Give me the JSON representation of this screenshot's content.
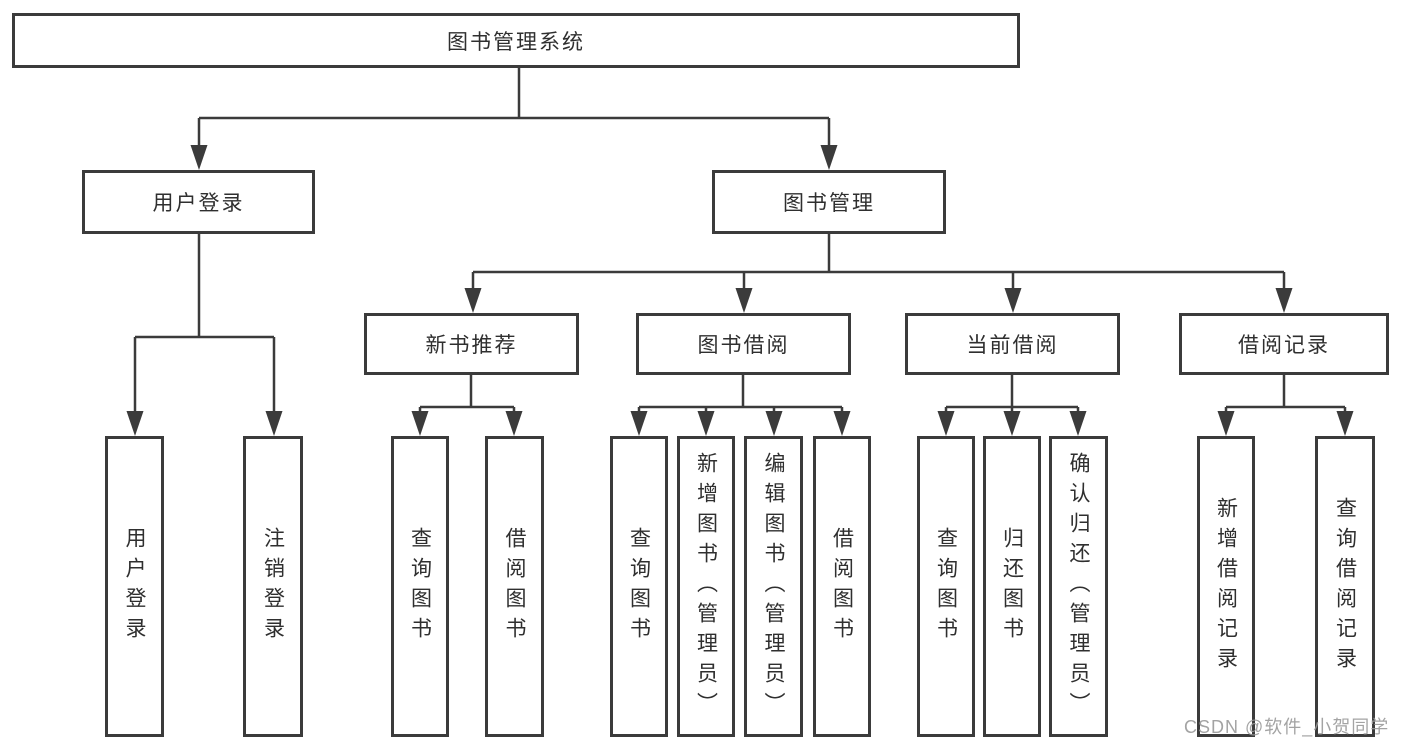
{
  "diagram": {
    "title": "图书管理系统",
    "nodes": {
      "root": "图书管理系统",
      "user_login": "用户登录",
      "book_mgmt": "图书管理",
      "new_book": "新书推荐",
      "book_borrow": "图书借阅",
      "current_borrow": "当前借阅",
      "borrow_record": "借阅记录"
    },
    "leaves": {
      "user_login": [
        "用户登录",
        "注销登录"
      ],
      "new_book": [
        "查询图书",
        "借阅图书"
      ],
      "book_borrow": [
        "查询图书",
        "新增图书（管理员）",
        "编辑图书（管理员）",
        "借阅图书"
      ],
      "current_borrow": [
        "查询图书",
        "归还图书",
        "确认归还（管理员）"
      ],
      "borrow_record": [
        "新增借阅记录",
        "查询借阅记录"
      ]
    }
  },
  "watermark": {
    "text": "CSDN @软件_小贺同学"
  },
  "colors": {
    "line": "#3b3b3b",
    "text": "#2f2f2f",
    "watermark": "#9a9a9a",
    "background": "#ffffff"
  }
}
